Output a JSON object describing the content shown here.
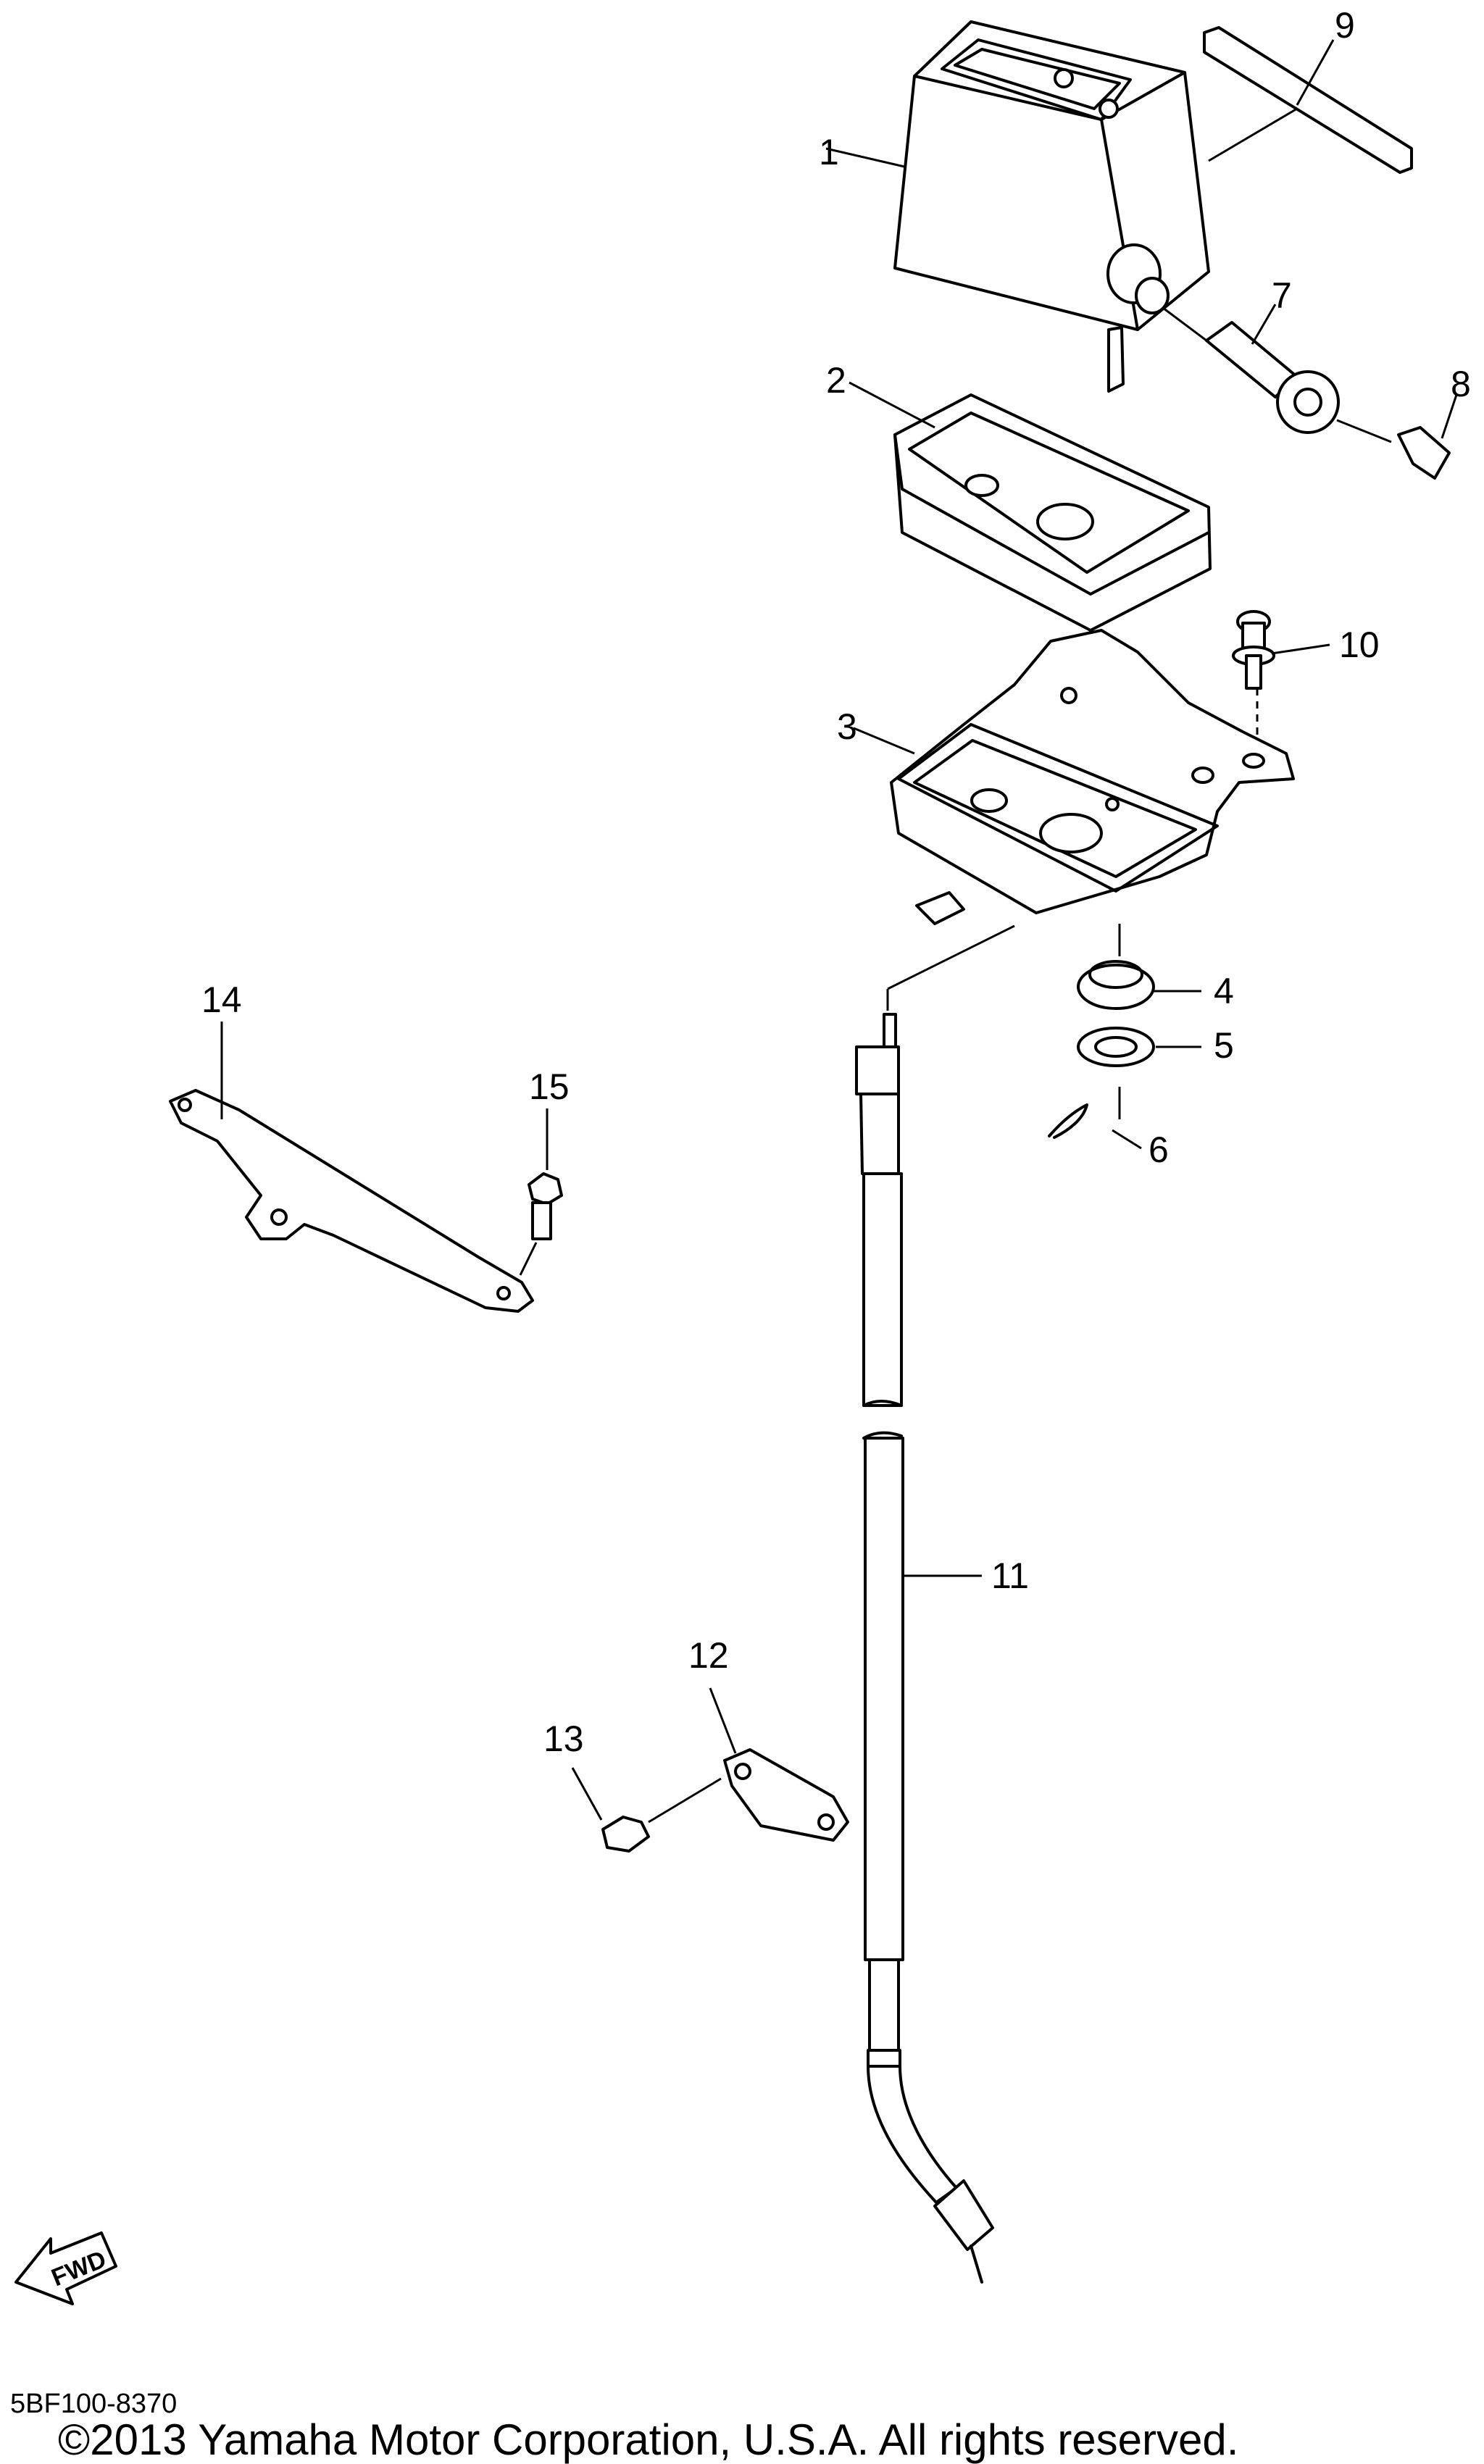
{
  "diagram": {
    "callouts": [
      {
        "id": "1",
        "label": "1",
        "part": "meter-assembly"
      },
      {
        "id": "2",
        "label": "2",
        "part": "damper-cover"
      },
      {
        "id": "3",
        "label": "3",
        "part": "meter-bracket"
      },
      {
        "id": "4",
        "label": "4",
        "part": "grommet"
      },
      {
        "id": "5",
        "label": "5",
        "part": "washer"
      },
      {
        "id": "6",
        "label": "6",
        "part": "cotter-pin"
      },
      {
        "id": "7",
        "label": "7",
        "part": "drive-gear"
      },
      {
        "id": "8",
        "label": "8",
        "part": "screw"
      },
      {
        "id": "9",
        "label": "9",
        "part": "label-strip"
      },
      {
        "id": "10",
        "label": "10",
        "part": "flange-bolt"
      },
      {
        "id": "11",
        "label": "11",
        "part": "meter-cable"
      },
      {
        "id": "12",
        "label": "12",
        "part": "cable-clamp"
      },
      {
        "id": "13",
        "label": "13",
        "part": "clamp-bolt"
      },
      {
        "id": "14",
        "label": "14",
        "part": "stay"
      },
      {
        "id": "15",
        "label": "15",
        "part": "stay-bolt"
      }
    ],
    "fwd_label": "FWD",
    "drawing_id": "5BF100-8370",
    "copyright": "©2013 Yamaha Motor Corporation, U.S.A. All rights reserved."
  }
}
